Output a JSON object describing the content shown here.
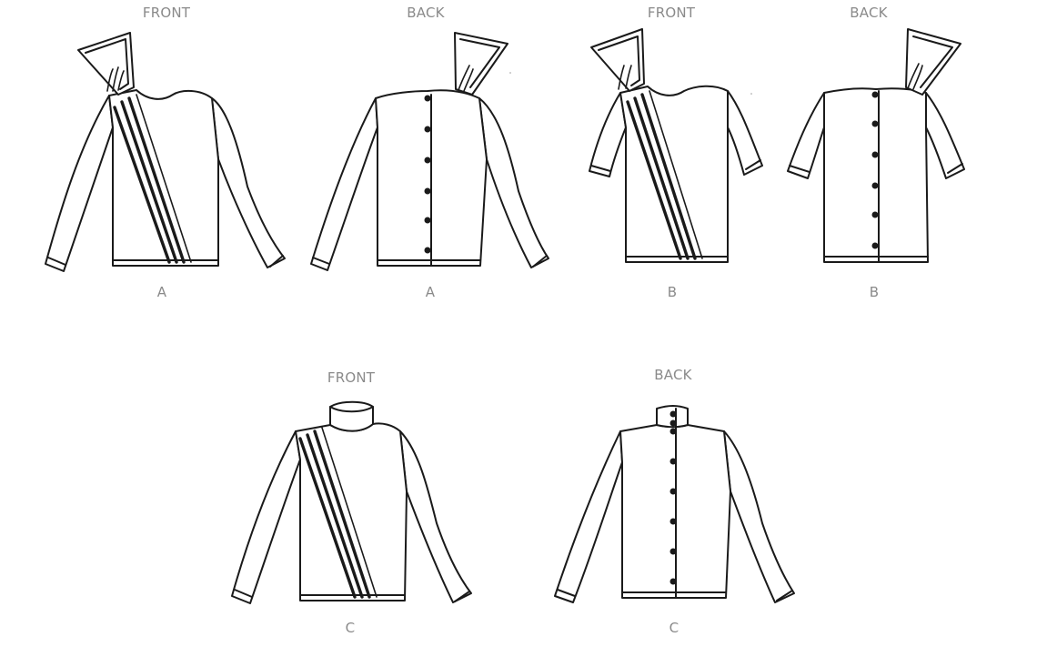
{
  "views": [
    {
      "id": "A-front",
      "view": "FRONT",
      "variant": "A"
    },
    {
      "id": "A-back",
      "view": "BACK",
      "variant": "A"
    },
    {
      "id": "B-front",
      "view": "FRONT",
      "variant": "B"
    },
    {
      "id": "B-back",
      "view": "BACK",
      "variant": "B"
    },
    {
      "id": "C-front",
      "view": "FRONT",
      "variant": "C"
    },
    {
      "id": "C-back",
      "view": "BACK",
      "variant": "C"
    }
  ]
}
